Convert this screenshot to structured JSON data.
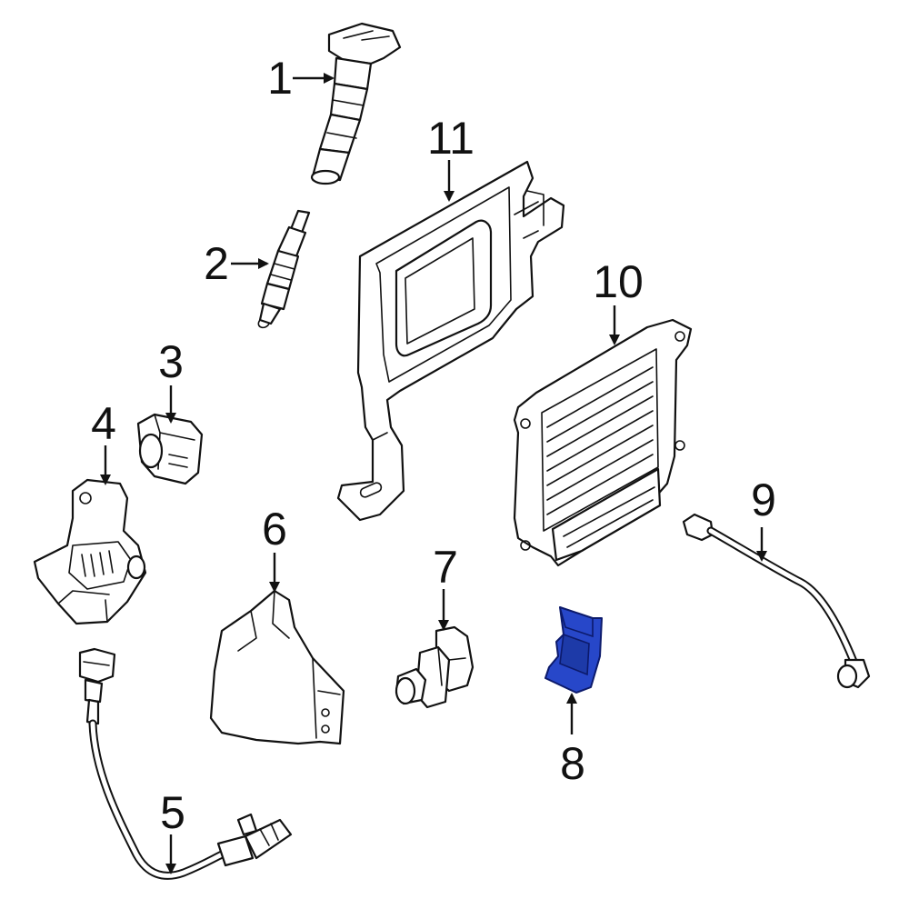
{
  "callouts": {
    "c1": "1",
    "c2": "2",
    "c3": "3",
    "c4": "4",
    "c5": "5",
    "c6": "6",
    "c7": "7",
    "c8": "8",
    "c9": "9",
    "c10": "10",
    "c11": "11"
  },
  "colors": {
    "line": "#111111",
    "background": "#ffffff",
    "highlight_fill": "#2747c9",
    "highlight_stroke": "#0c1a6b"
  },
  "highlighted_part": "8"
}
